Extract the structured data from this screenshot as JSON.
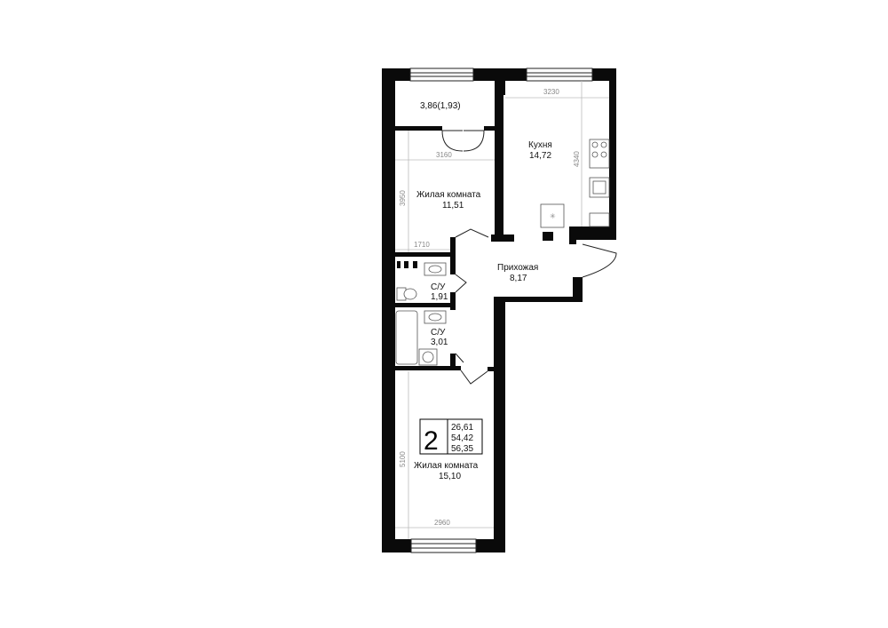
{
  "rooms": {
    "balcony": {
      "area": "3,86(1,93)"
    },
    "kitchen": {
      "name": "Кухня",
      "area": "14,72"
    },
    "living1": {
      "name": "Жилая комната",
      "area": "11,51"
    },
    "hallway": {
      "name": "Прихожая",
      "area": "8,17"
    },
    "bath1": {
      "name": "С/У",
      "area": "1,91"
    },
    "bath2": {
      "name": "С/У",
      "area": "3,01"
    },
    "living2": {
      "name": "Жилая комната",
      "area": "15,10"
    }
  },
  "dimensions": {
    "kitchen_width": "3230",
    "kitchen_depth": "4340",
    "living1_width": "3160",
    "living1_depth": "3950",
    "hall_width": "1710",
    "living2_depth": "5100",
    "living2_width": "2960"
  },
  "summary": {
    "rooms_count": "2",
    "living_area": "26,61",
    "total_area": "54,42",
    "total_with_balcony": "56,35"
  }
}
